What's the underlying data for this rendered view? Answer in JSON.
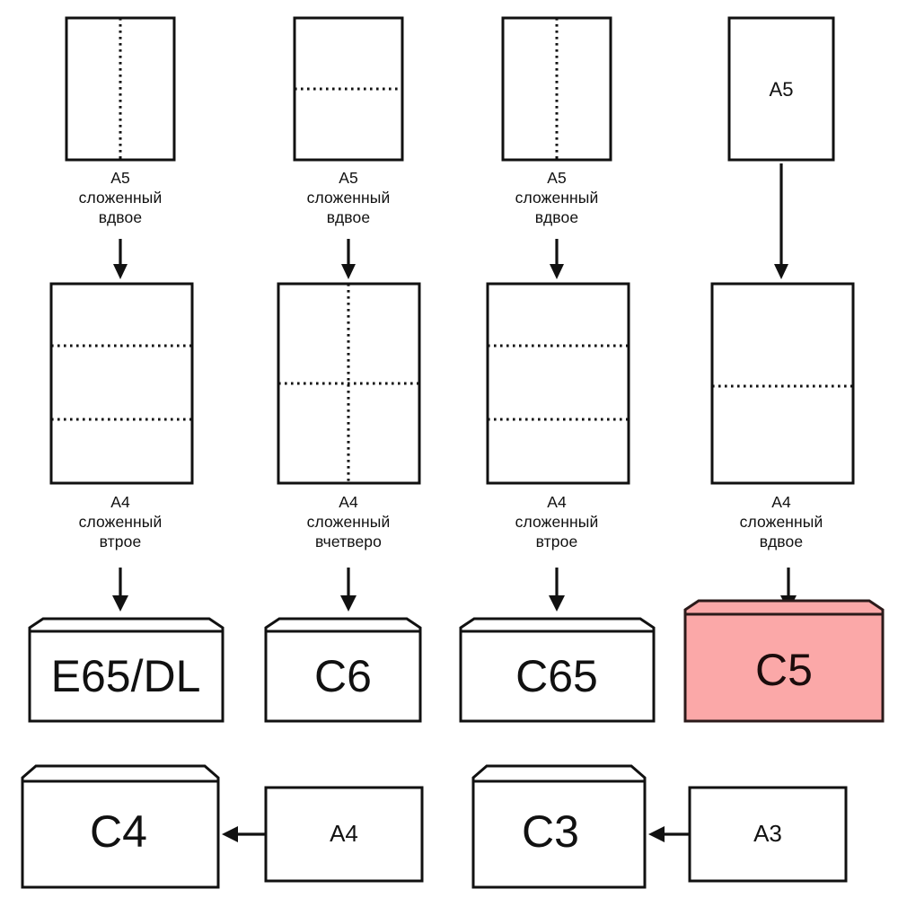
{
  "diagram": {
    "title": "Envelope and paper folding size chart",
    "language": "ru",
    "colors": {
      "stroke": "#111111",
      "background": "#ffffff",
      "highlight_fill": "#fba8a8",
      "highlight_stroke": "#2b1a1a"
    },
    "columns": [
      {
        "id": "col-1",
        "top": {
          "shape": "portrait-rectangle",
          "fold": "vertical",
          "inner_label": "",
          "caption_lines": [
            "A5",
            "сложенный",
            "вдвое"
          ]
        },
        "middle": {
          "shape": "portrait-rectangle",
          "fold": "two-horizontal",
          "caption_lines": [
            "A4",
            "сложенный",
            "втрое"
          ]
        },
        "envelope": {
          "label": "E65/DL",
          "highlighted": false
        }
      },
      {
        "id": "col-2",
        "top": {
          "shape": "portrait-rectangle",
          "fold": "horizontal",
          "inner_label": "",
          "caption_lines": [
            "A5",
            "сложенный",
            "вдвое"
          ]
        },
        "middle": {
          "shape": "portrait-rectangle",
          "fold": "cross",
          "caption_lines": [
            "A4",
            "сложенный",
            "вчетверо"
          ]
        },
        "envelope": {
          "label": "C6",
          "highlighted": false
        }
      },
      {
        "id": "col-3",
        "top": {
          "shape": "portrait-rectangle",
          "fold": "vertical",
          "inner_label": "",
          "caption_lines": [
            "A5",
            "сложенный",
            "вдвое"
          ]
        },
        "middle": {
          "shape": "portrait-rectangle",
          "fold": "two-horizontal",
          "caption_lines": [
            "A4",
            "сложенный",
            "втрое"
          ]
        },
        "envelope": {
          "label": "C65",
          "highlighted": false
        }
      },
      {
        "id": "col-4",
        "top": {
          "shape": "portrait-rectangle",
          "fold": "none",
          "inner_label": "A5",
          "caption_lines": []
        },
        "middle": {
          "shape": "portrait-rectangle",
          "fold": "horizontal",
          "caption_lines": [
            "A4",
            "сложенный",
            "вдвое"
          ]
        },
        "envelope": {
          "label": "C5",
          "highlighted": true
        }
      }
    ],
    "bottom_row": [
      {
        "id": "pair-c4",
        "envelope_label": "C4",
        "paper_label": "A4",
        "arrow_direction": "left"
      },
      {
        "id": "pair-c3",
        "envelope_label": "C3",
        "paper_label": "A3",
        "arrow_direction": "left"
      }
    ]
  }
}
